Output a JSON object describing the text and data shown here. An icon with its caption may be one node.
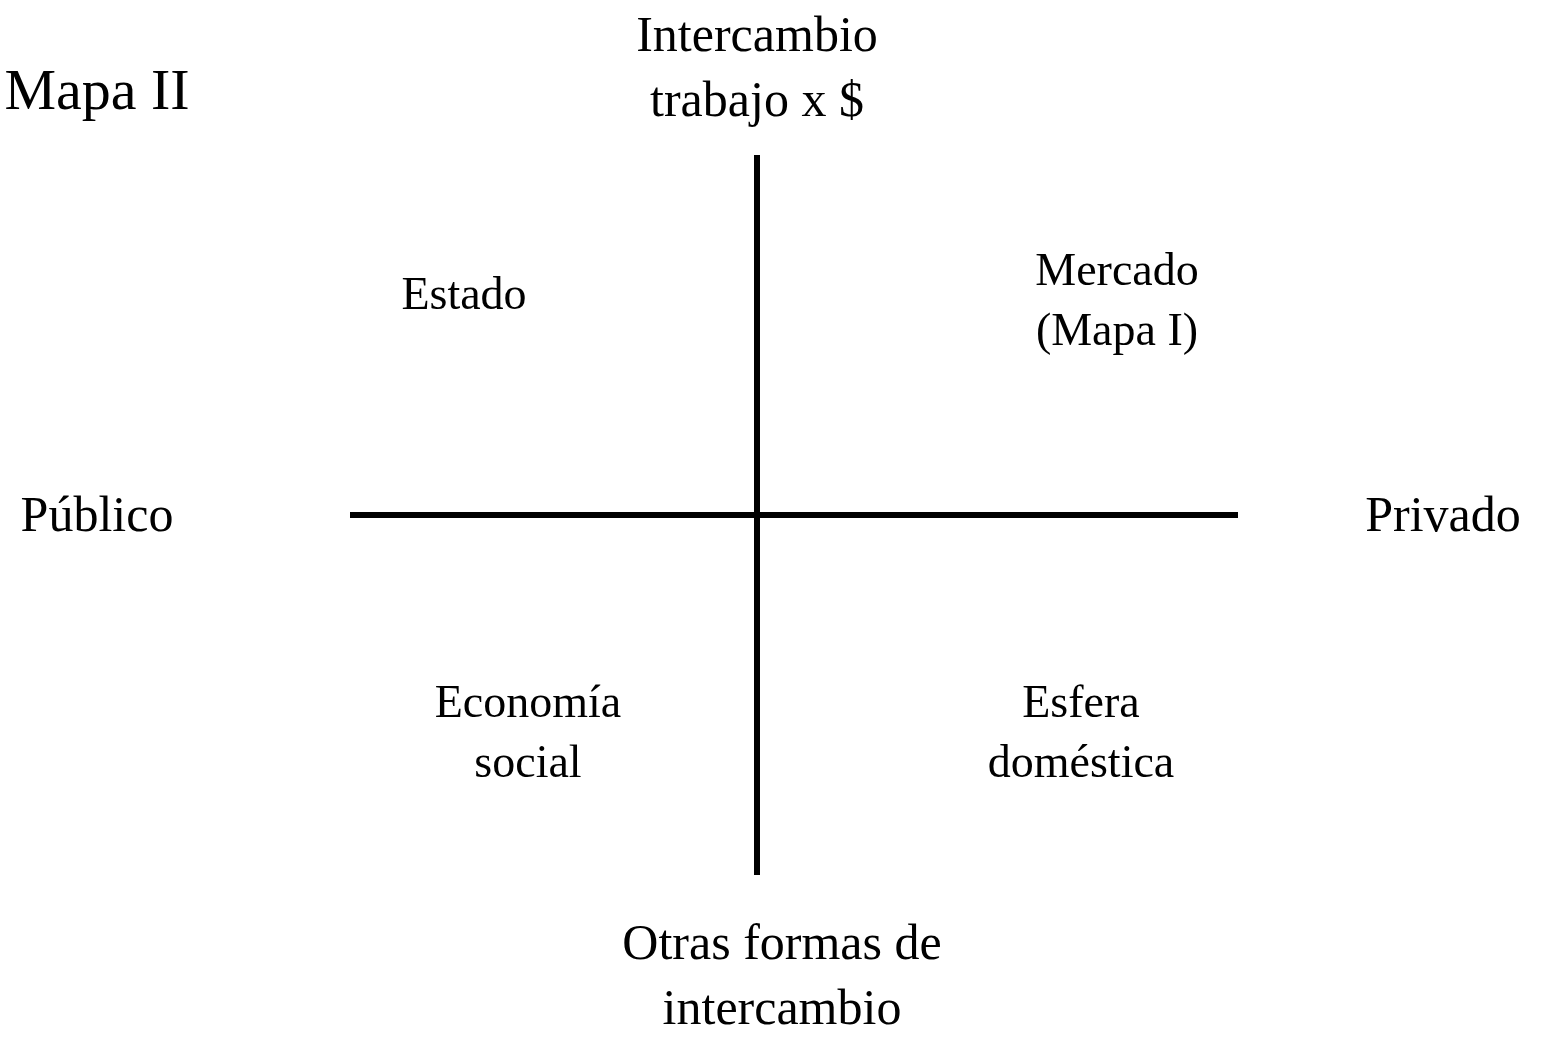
{
  "diagram": {
    "title": "Mapa II",
    "labels": [
      "Intercambio trabajo x $",
      "Estado",
      "Mercado (Mapa I)",
      "Público",
      "Privado",
      "Economía social",
      "Esfera doméstica",
      "Otras formas de intercambio"
    ]
  }
}
